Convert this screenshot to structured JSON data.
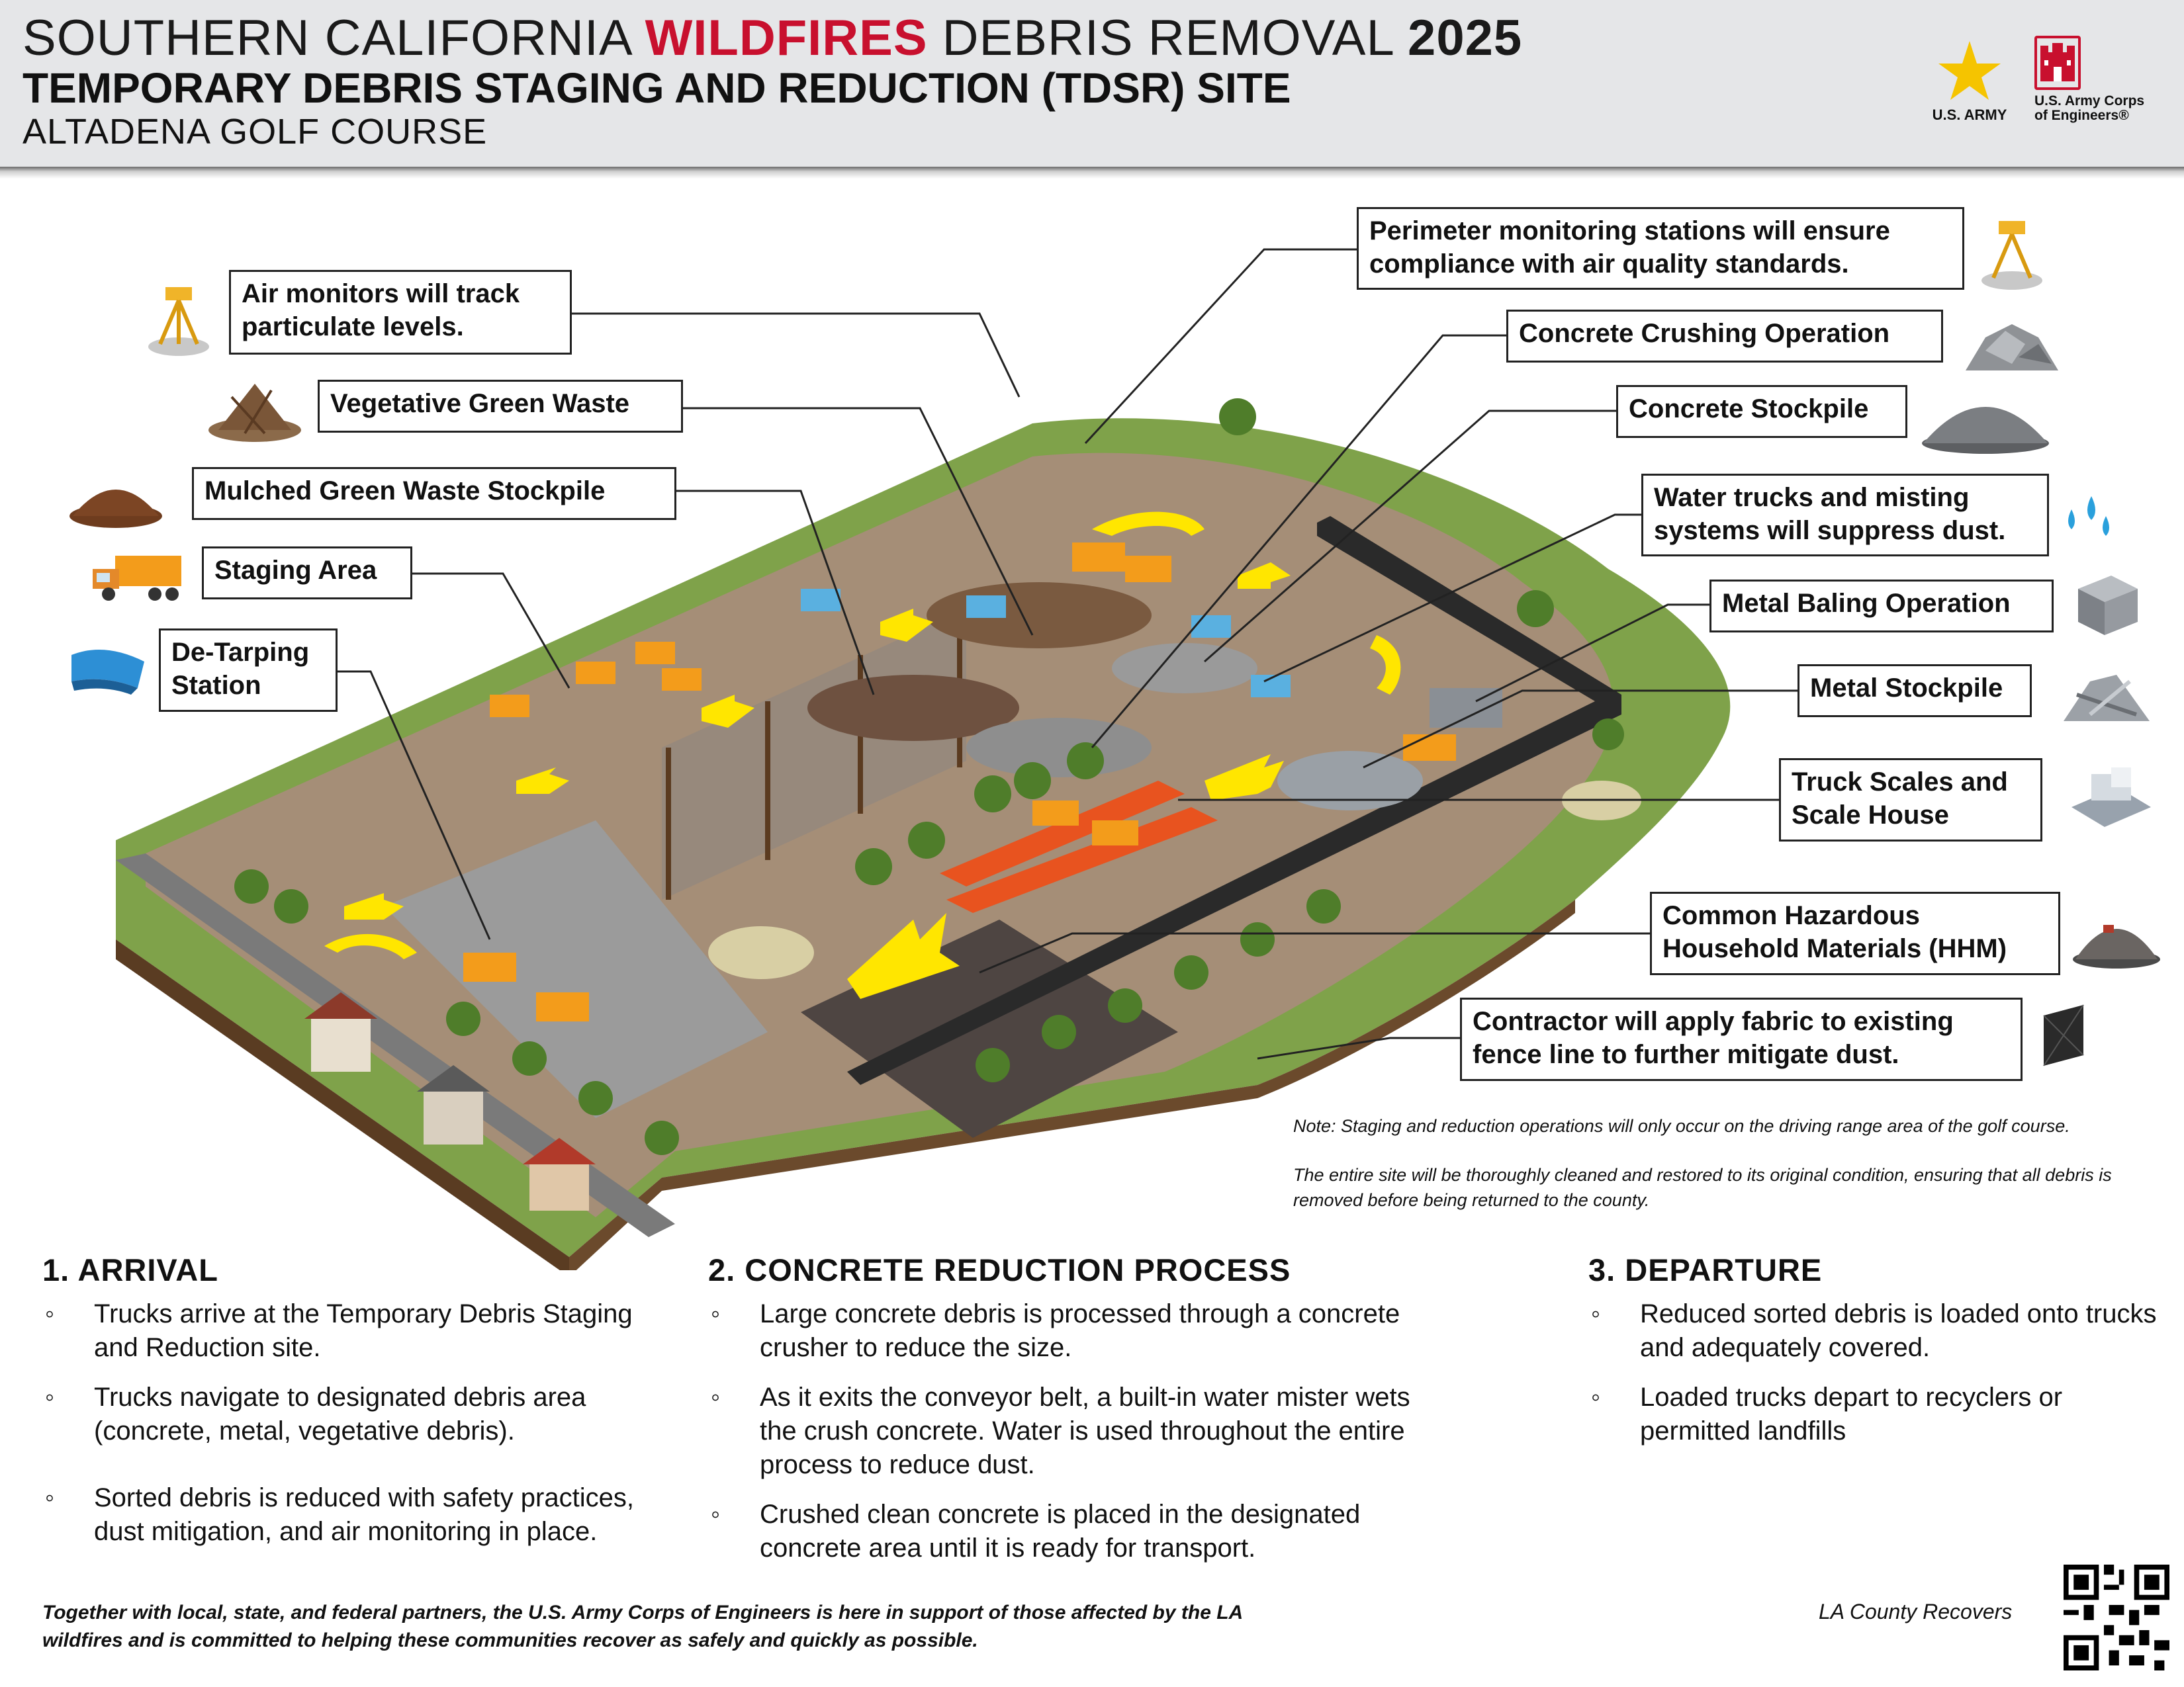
{
  "header": {
    "title_part1": "SOUTHERN CALIFORNIA ",
    "title_highlight": "WILDFIRES",
    "title_part2": " DEBRIS REMOVAL ",
    "title_year": "2025",
    "subtitle": "TEMPORARY DEBRIS STAGING AND REDUCTION (TDSR) SITE",
    "location": "ALTADENA GOLF COURSE",
    "army_logo_text": "U.S. ARMY",
    "usace_logo_line1": "U.S. Army Corps",
    "usace_logo_line2": "of Engineers®"
  },
  "colors": {
    "accent_red": "#c8102e",
    "arrow_yellow": "#ffe600",
    "grass": "#7fa24a",
    "ground": "#a58e77"
  },
  "callouts": {
    "air_monitors_1": "Air monitors will track",
    "air_monitors_2": "particulate levels.",
    "vegetative": "Vegetative Green Waste",
    "mulched": "Mulched Green Waste Stockpile",
    "staging": "Staging Area",
    "detarping_1": "De-Tarping",
    "detarping_2": "Station",
    "perimeter_1": "Perimeter monitoring stations will ensure",
    "perimeter_2": "compliance with air quality standards.",
    "crushing": "Concrete Crushing Operation",
    "stockpile": "Concrete Stockpile",
    "water_1": "Water trucks and misting",
    "water_2": "systems will suppress dust.",
    "metal_baling": "Metal Baling Operation",
    "metal_stockpile": "Metal Stockpile",
    "scales_1": "Truck Scales and",
    "scales_2": "Scale House",
    "hhm_1": "Common Hazardous",
    "hhm_2": "Household Materials (HHM)",
    "fabric_1": "Contractor will apply fabric to existing",
    "fabric_2": "fence line to further mitigate dust."
  },
  "notes": {
    "note1": "Note: Staging and reduction operations will only occur on the driving range area of the golf course.",
    "note2": "The entire site will be thoroughly cleaned and restored to its original condition, ensuring that all debris is removed before being returned to the county."
  },
  "sections": [
    {
      "title": "1.  ARRIVAL",
      "items": [
        "Trucks arrive at the Temporary Debris Staging and Reduction site.",
        "Trucks navigate to designated debris area (concrete, metal, vegetative debris).",
        "Sorted debris is reduced with safety practices, dust mitigation, and air monitoring in place."
      ]
    },
    {
      "title": "2. CONCRETE REDUCTION PROCESS",
      "items": [
        "Large concrete debris is processed through a concrete crusher to reduce the size.",
        "As it exits the conveyor belt, a built-in water mister wets the crush concrete. Water is used throughout the entire process to reduce dust.",
        "Crushed clean concrete is placed in the designated concrete area until it is ready for transport."
      ]
    },
    {
      "title": "3. DEPARTURE",
      "items": [
        "Reduced sorted debris is loaded onto trucks and adequately covered.",
        "Loaded trucks depart to recyclers or permitted landfills"
      ]
    }
  ],
  "footer": {
    "statement": "Together with local, state, and federal partners, the U.S. Army Corps of Engineers is here in support of those affected by the LA wildfires and is committed to helping these communities recover as safely and quickly as possible.",
    "right": "LA County Recovers"
  }
}
